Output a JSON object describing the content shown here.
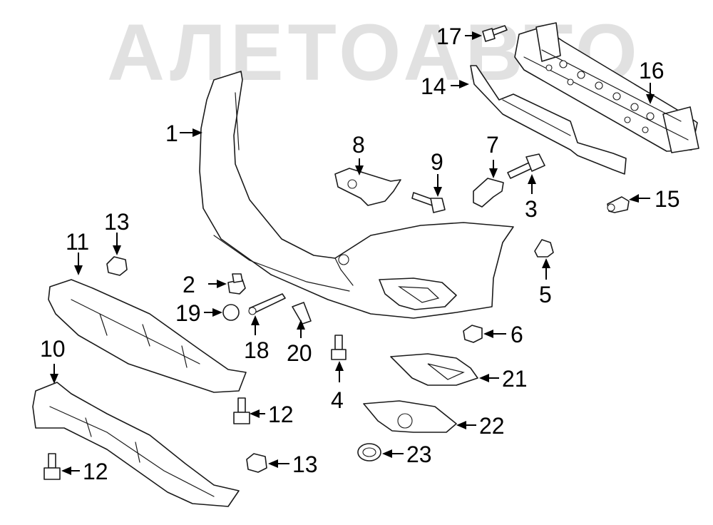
{
  "watermark": "АЛЕТОАВТО",
  "labels": [
    {
      "id": "1",
      "text": "1"
    },
    {
      "id": "2",
      "text": "2"
    },
    {
      "id": "3",
      "text": "3"
    },
    {
      "id": "4",
      "text": "4"
    },
    {
      "id": "5",
      "text": "5"
    },
    {
      "id": "6",
      "text": "6"
    },
    {
      "id": "7",
      "text": "7"
    },
    {
      "id": "8",
      "text": "8"
    },
    {
      "id": "9",
      "text": "9"
    },
    {
      "id": "10",
      "text": "10"
    },
    {
      "id": "11",
      "text": "11"
    },
    {
      "id": "12a",
      "text": "12"
    },
    {
      "id": "12b",
      "text": "12"
    },
    {
      "id": "13a",
      "text": "13"
    },
    {
      "id": "13b",
      "text": "13"
    },
    {
      "id": "14",
      "text": "14"
    },
    {
      "id": "15",
      "text": "15"
    },
    {
      "id": "16",
      "text": "16"
    },
    {
      "id": "17",
      "text": "17"
    },
    {
      "id": "18",
      "text": "18"
    },
    {
      "id": "19",
      "text": "19"
    },
    {
      "id": "20",
      "text": "20"
    },
    {
      "id": "21",
      "text": "21"
    },
    {
      "id": "22",
      "text": "22"
    },
    {
      "id": "23",
      "text": "23"
    }
  ]
}
